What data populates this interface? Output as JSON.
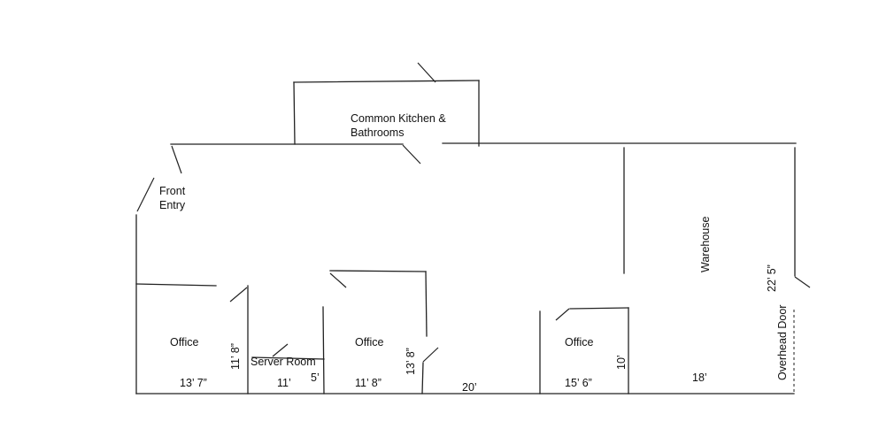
{
  "rooms": {
    "kitchen_line1": "Common Kitchen &",
    "kitchen_line2": "Bathrooms",
    "front_entry_line1": "Front",
    "front_entry_line2": "Entry",
    "warehouse": "Warehouse",
    "office_left": "Office",
    "server_room": "Server Room",
    "office_middle": "Office",
    "office_right": "Office",
    "overhead_door": "Overhead Door"
  },
  "dimensions": {
    "office_left_width": "13’ 7”",
    "office_left_depth": "11’ 8”",
    "server_room_width": "11’",
    "server_room_depth": "5’",
    "office_middle_width": "11’ 8”",
    "office_middle_depth": "13’ 8”",
    "hall_width": "20’",
    "office_right_width": "15’ 6”",
    "office_right_depth": "10’",
    "warehouse_width": "18’",
    "warehouse_depth": "22’ 5”"
  }
}
